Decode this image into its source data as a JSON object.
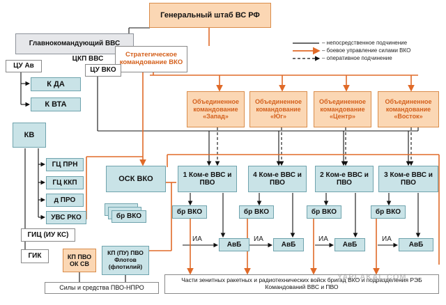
{
  "nodes": {
    "gs": "Генеральный штаб ВС РФ",
    "gk_vvs": "Главнокомандующий ВВС",
    "tskp": "ЦКП ВВС",
    "tsu_av": "ЦУ Ав",
    "strat": "Стратегическое командование ВКО",
    "tsu_vko": "ЦУ ВКО",
    "k_da": "К ДА",
    "k_vta": "К ВТА",
    "ok_zapad": "Объединенное командование «Запад»",
    "ok_yug": "Объединенное командование «Юг»",
    "ok_centr": "Объединенное командование «Центр»",
    "ok_vostok": "Объединенное командование «Восток»",
    "kv": "КВ",
    "gc_prn": "ГЦ ПРН",
    "gc_kkp": "ГЦ ККП",
    "d_pro": "д ПРО",
    "uvs_rko": "УВС РКО",
    "gic": "ГИЦ (ИУ КС)",
    "gik": "ГИК",
    "osk_vko": "ОСК ВКО",
    "br_vko_stack": "бр ВКО",
    "k1": "1 Ком-е ВВС и ПВО",
    "k4": "4 Ком-е ВВС и ПВО",
    "k2": "2 Ком-е ВВС и ПВО",
    "k3": "3 Ком-е ВВС и ПВО",
    "br1": "бр ВКО",
    "br4": "бр ВКО",
    "br2": "бр ВКО",
    "br3": "бр ВКО",
    "avb1": "АвБ",
    "avb2": "АвБ",
    "avb3": "АвБ",
    "avb4": "АвБ",
    "kp_pvo": "КП ПВО ОК СВ",
    "kp_flot": "КП (ПУ) ПВО Флотов (флотилий)",
    "sily": "Силы и средства ПВО-НПРО",
    "chasti": "Части зенитных ракетных и радиотехнических войск бригад ВКО и подразделения РЭБ Командований ВВС и ПВО"
  },
  "ia_label": "ИА",
  "legend": [
    {
      "text": "– непосредственное подчинение",
      "color": "#111111",
      "style": "solid"
    },
    {
      "text": "– боевое управление силами ВКО",
      "color": "#e06a28",
      "style": "solid"
    },
    {
      "text": "– оперативное подчинение",
      "color": "#111111",
      "style": "dashed"
    }
  ],
  "colors": {
    "orange": "#e06a28",
    "black": "#111111"
  },
  "watermark": "YAPLAKAL.COM"
}
